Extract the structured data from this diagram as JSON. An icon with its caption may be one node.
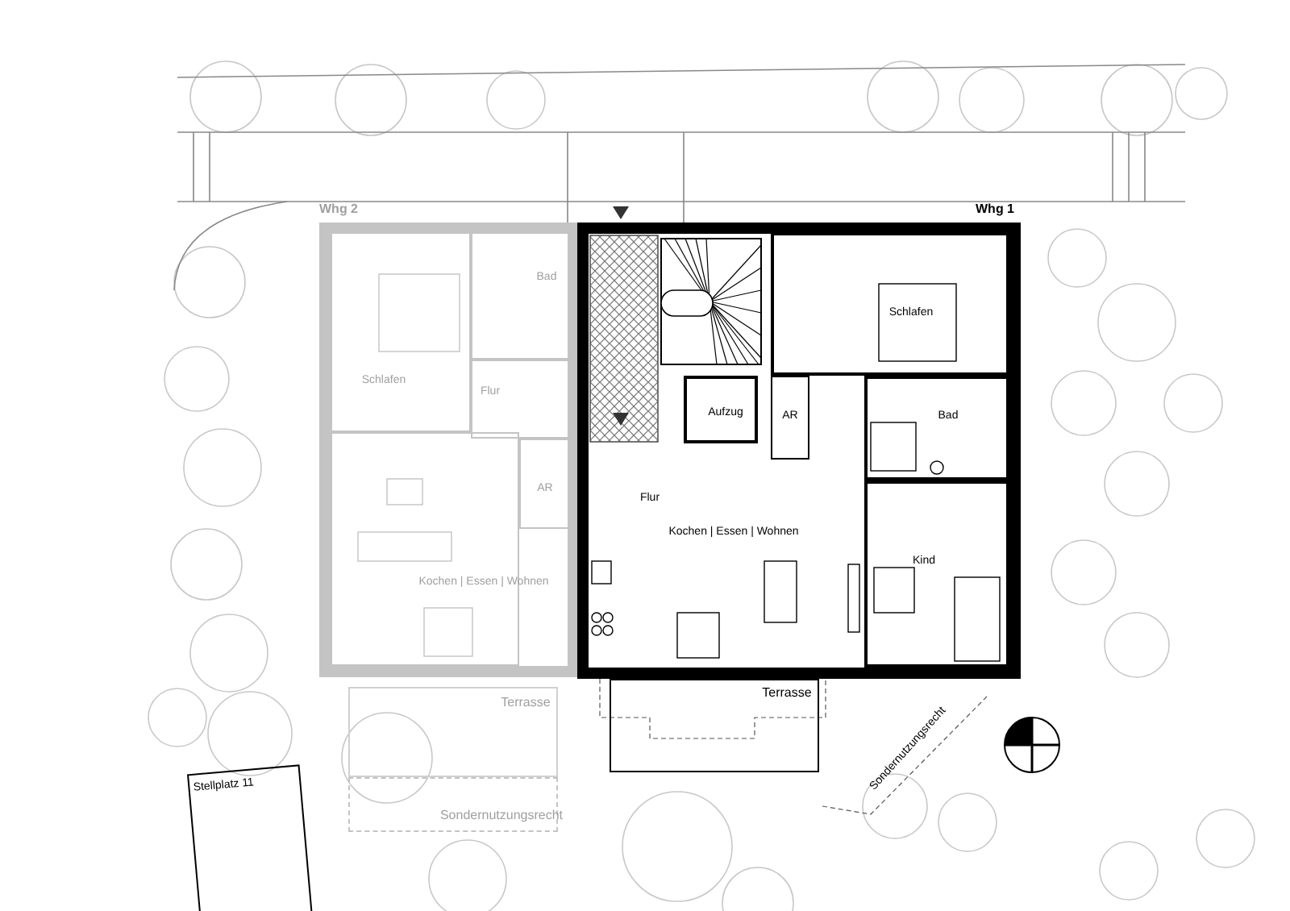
{
  "diagram": {
    "nodes": [
      {
        "text": [
          "Whg 2"
        ]
      },
      {
        "text": [
          "Bad"
        ],
        "in": 0
      },
      {
        "text": [
          "Schlafen"
        ],
        "in": 0
      },
      {
        "text": [
          "Flur"
        ],
        "in": 0
      },
      {
        "text": [
          "AR"
        ],
        "in": 0
      },
      {
        "text": [
          "Kochen | Essen | Wohnen"
        ],
        "in": 0
      },
      {
        "text": [
          "Whg 1"
        ]
      },
      {
        "text": [
          "Schlafen"
        ],
        "in": 6
      },
      {
        "text": [
          "Aufzug"
        ],
        "in": 6
      },
      {
        "text": [
          "AR"
        ],
        "in": 6
      },
      {
        "text": [
          "Bad"
        ],
        "in": 6
      },
      {
        "text": [
          "Flur"
        ],
        "in": 6
      },
      {
        "text": [
          "Kochen | Essen | Wohnen"
        ],
        "in": 6
      },
      {
        "text": [
          "Kind"
        ],
        "in": 6
      },
      {
        "text": [
          "Terrasse"
        ]
      },
      {
        "text": [
          "Terrasse"
        ]
      },
      {
        "text": [
          "Sondernutzungsrecht"
        ]
      },
      {
        "text": [
          "Stellplatz 11"
        ]
      }
    ],
    "edges": [],
    "labels": [
      "Sondernutzungsrecht"
    ]
  }
}
